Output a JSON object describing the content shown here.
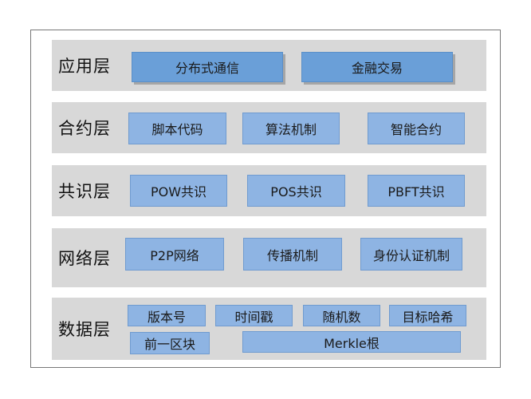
{
  "layers": {
    "application": {
      "label": "应用层",
      "items": [
        "分布式通信",
        "金融交易"
      ]
    },
    "contract": {
      "label": "合约层",
      "items": [
        "脚本代码",
        "算法机制",
        "智能合约"
      ]
    },
    "consensus": {
      "label": "共识层",
      "items": [
        "POW共识",
        "POS共识",
        "PBFT共识"
      ]
    },
    "network": {
      "label": "网络层",
      "items": [
        "P2P网络",
        "传播机制",
        "身份认证机制"
      ]
    },
    "data": {
      "label": "数据层",
      "items": [
        "版本号",
        "时间戳",
        "随机数",
        "目标哈希",
        "前一区块",
        "Merkle根"
      ]
    }
  },
  "colors": {
    "layer_bg": "#d8d8d8",
    "box_fill": "#8eb4e3",
    "box_fill_app": "#6a9fd8",
    "frame": "#777777"
  }
}
